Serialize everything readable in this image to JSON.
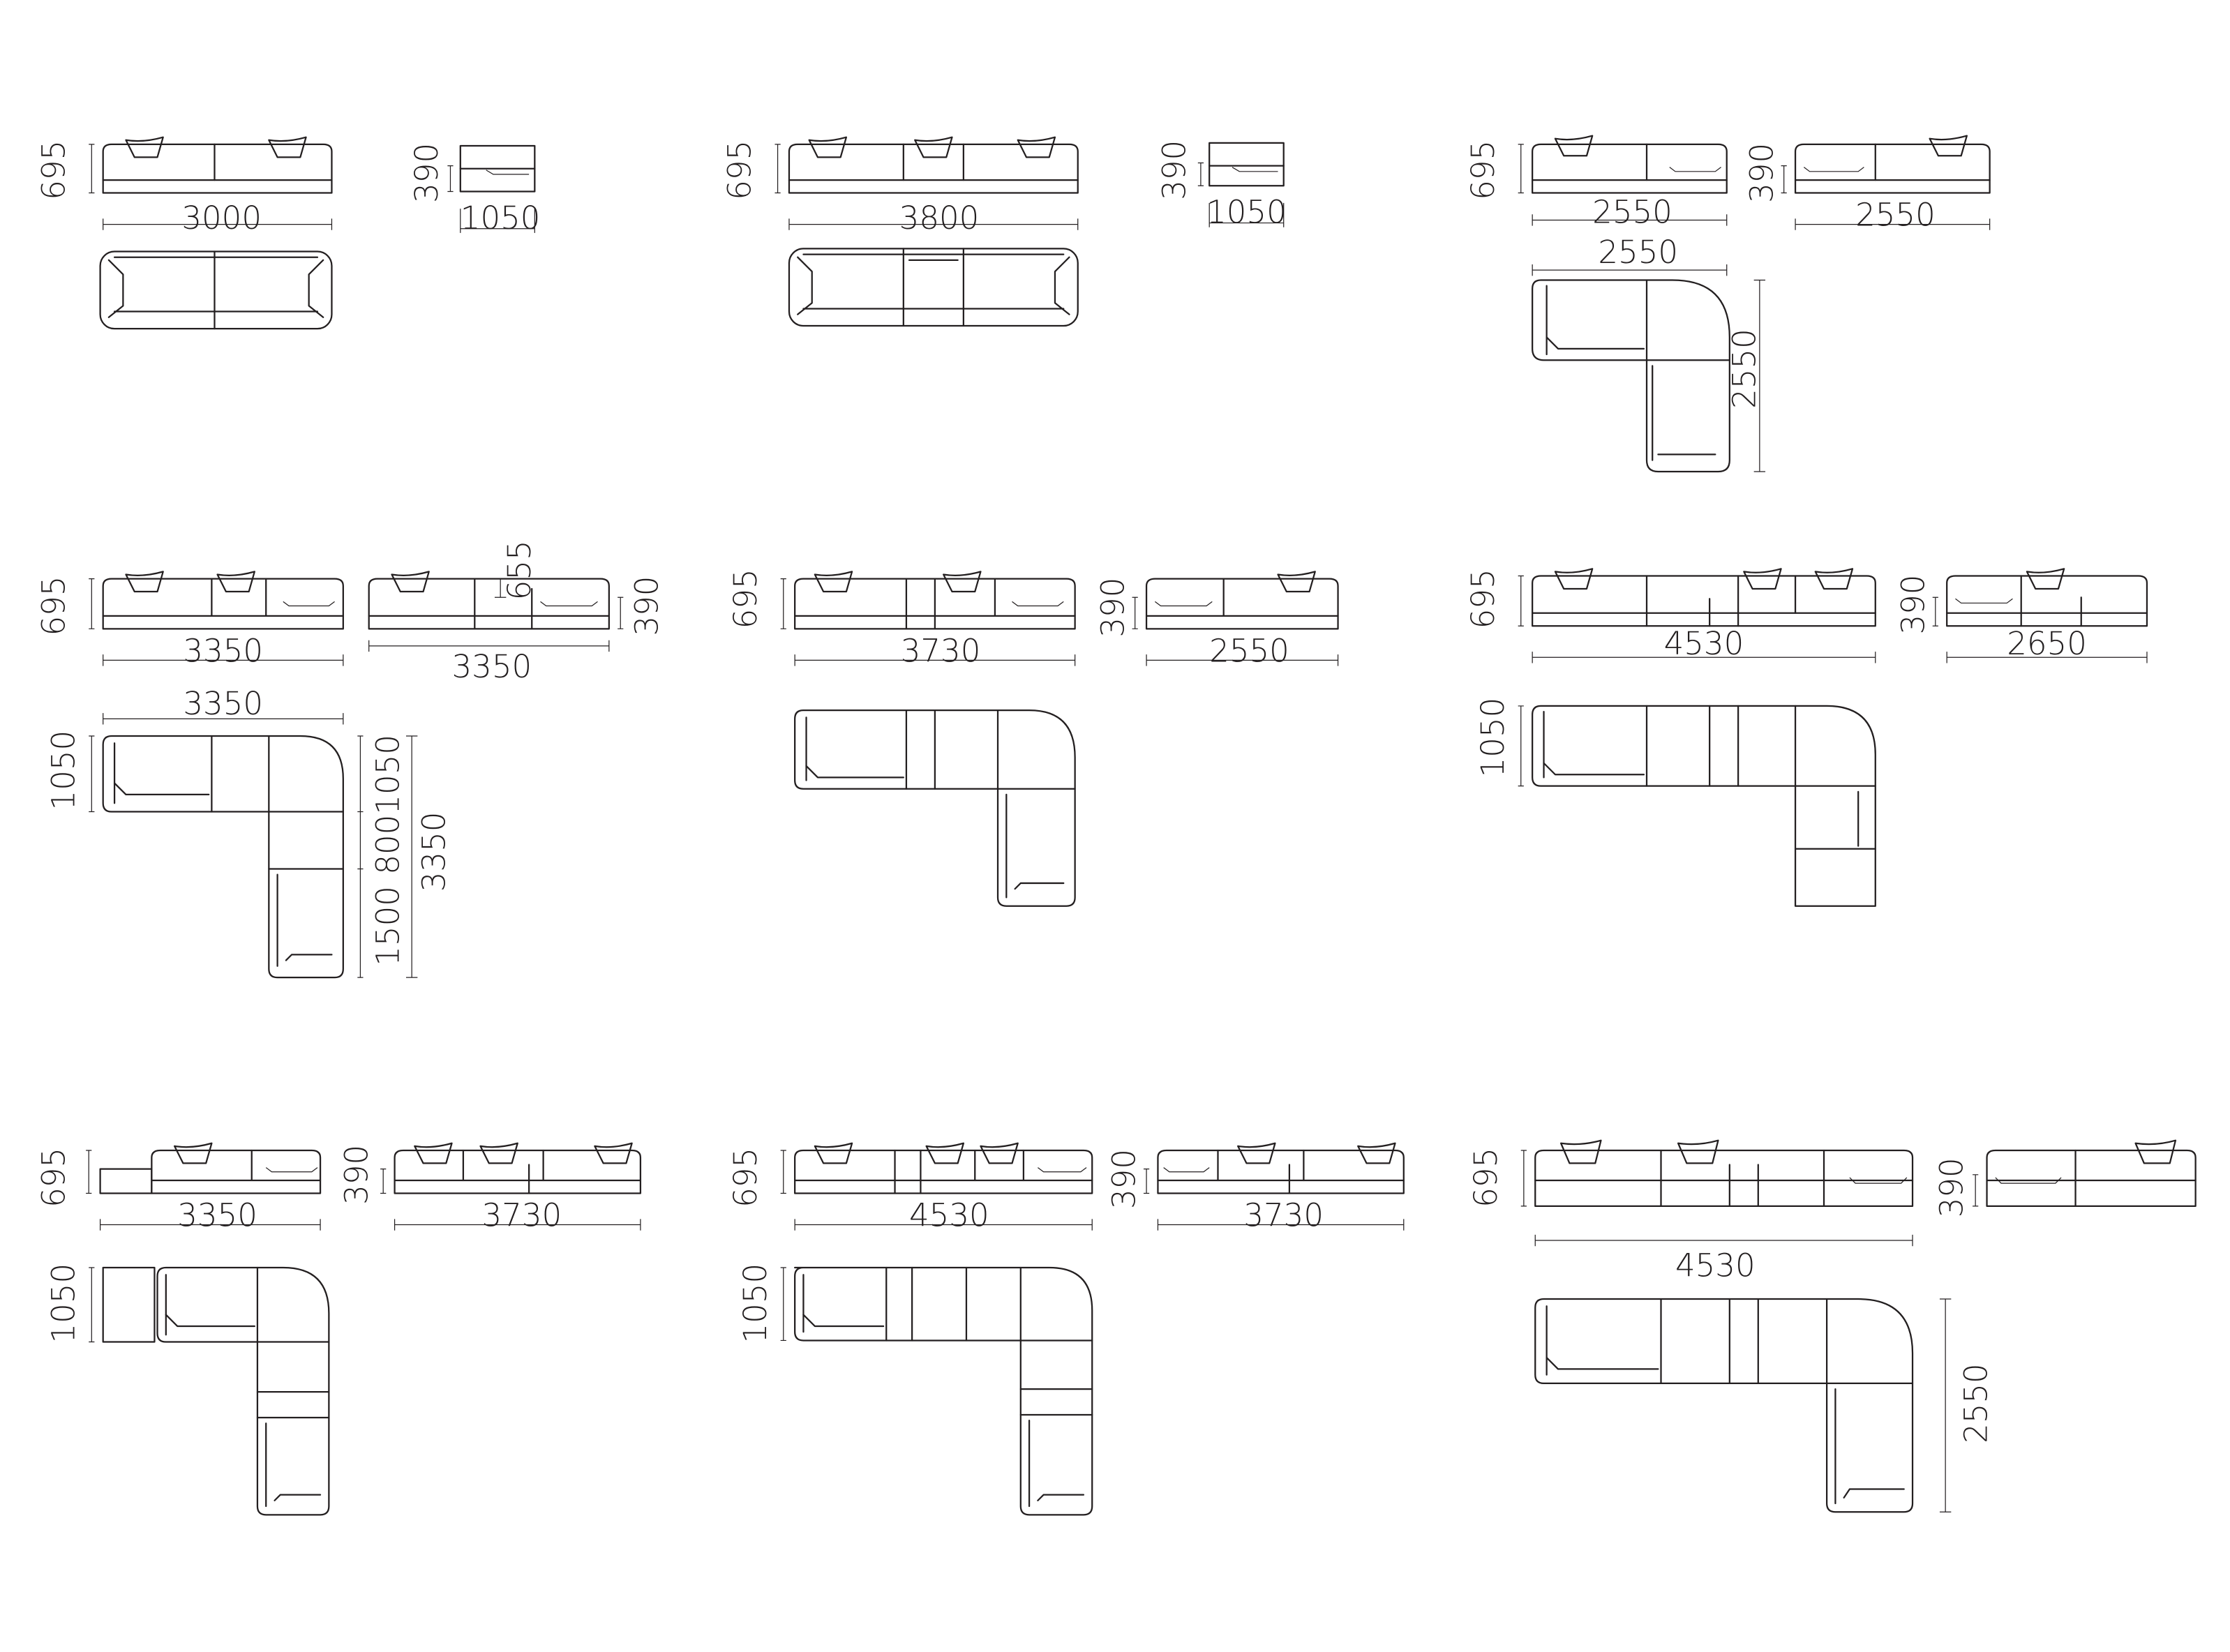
{
  "colors": {
    "line": "#231f20",
    "background": "#ffffff"
  },
  "configurations": [
    {
      "id": "c1",
      "dims": [
        "695",
        "3000",
        "390",
        "1050"
      ]
    },
    {
      "id": "c2",
      "dims": [
        "695",
        "3800",
        "390",
        "1050"
      ]
    },
    {
      "id": "c3",
      "dims": [
        "695",
        "2550",
        "390",
        "2550",
        "2550",
        "2550"
      ]
    },
    {
      "id": "c4",
      "dims": [
        "695",
        "3350",
        "655",
        "390",
        "3350",
        "3350",
        "1050",
        "1050",
        "800",
        "1500",
        "3350"
      ]
    },
    {
      "id": "c5",
      "dims": [
        "695",
        "3730",
        "390",
        "2550"
      ]
    },
    {
      "id": "c6",
      "dims": [
        "695",
        "4530",
        "390",
        "2650",
        "1050"
      ]
    },
    {
      "id": "c7",
      "dims": [
        "695",
        "3350",
        "390",
        "3730",
        "1050"
      ]
    },
    {
      "id": "c8",
      "dims": [
        "695",
        "4530",
        "390",
        "3730",
        "1050"
      ]
    },
    {
      "id": "c9",
      "dims": [
        "695",
        "390",
        "4530",
        "2550"
      ]
    }
  ]
}
